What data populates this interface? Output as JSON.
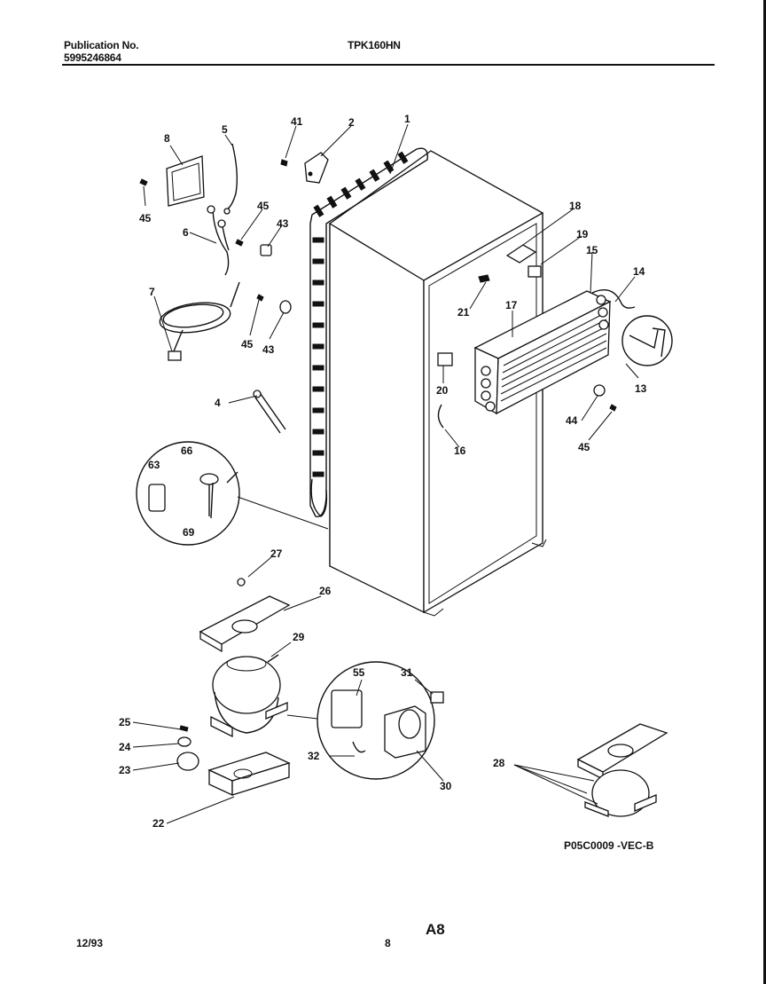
{
  "header": {
    "publication_label": "Publication No.",
    "publication_number": "5995246864",
    "model": "TPK160HN"
  },
  "footer": {
    "date": "12/93",
    "page_number": "8",
    "section": "A8"
  },
  "figure_code": "P05C0009 -VEC-B",
  "callouts": {
    "c1": "1",
    "c2": "2",
    "c41": "41",
    "c8": "8",
    "c5": "5",
    "c45a": "45",
    "c45b": "45",
    "c6": "6",
    "c43a": "43",
    "c7": "7",
    "c45c": "45",
    "c43b": "43",
    "c4": "4",
    "c63": "63",
    "c66": "66",
    "c69": "69",
    "c18": "18",
    "c19": "19",
    "c15": "15",
    "c14": "14",
    "c21": "21",
    "c17": "17",
    "c13": "13",
    "c20": "20",
    "c44": "44",
    "c45d": "45",
    "c16": "16",
    "c27": "27",
    "c26": "26",
    "c29": "29",
    "c55": "55",
    "c31": "31",
    "c25": "25",
    "c24": "24",
    "c23": "23",
    "c32": "32",
    "c30": "30",
    "c22": "22",
    "c28": "28"
  }
}
